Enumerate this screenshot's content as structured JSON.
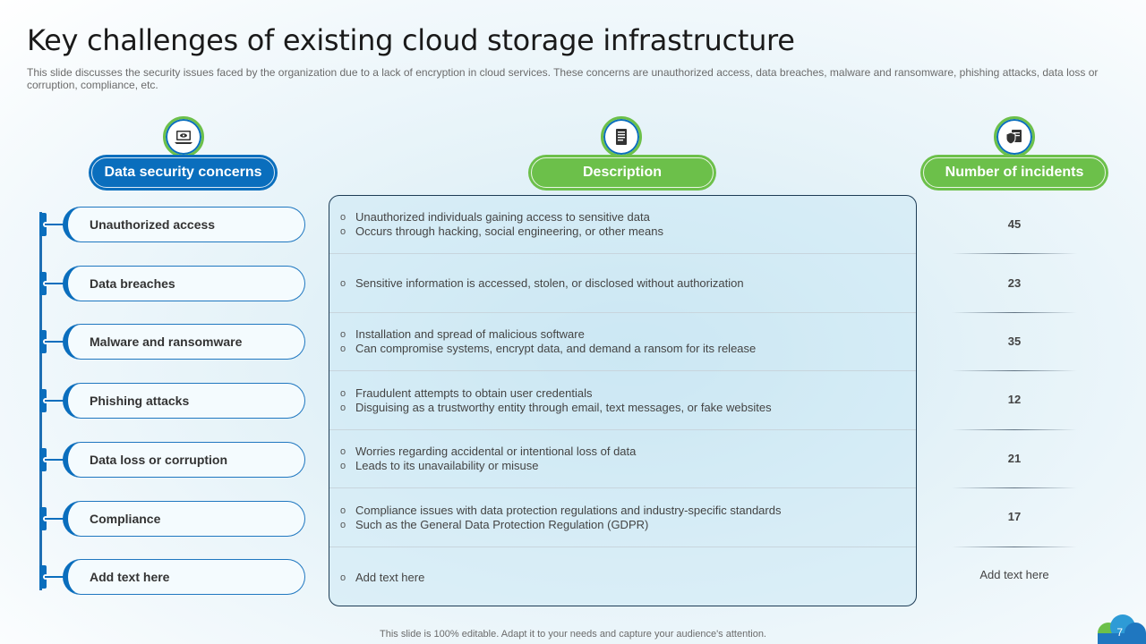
{
  "slide": {
    "title": "Key challenges of existing cloud storage infrastructure",
    "subtitle": "This slide discusses the security issues faced by the organization due to a lack of encryption in cloud services. These concerns are unauthorized access, data breaches, malware and ransomware, phishing attacks, data loss or corruption, compliance, etc.",
    "footer": "This slide is 100% editable. Adapt it to your needs and capture your audience's attention.",
    "page_number": "7"
  },
  "headers": {
    "concerns": {
      "label": "Data security concerns",
      "icon": "laptop-eye-icon"
    },
    "description": {
      "label": "Description",
      "icon": "document-icon"
    },
    "incidents": {
      "label": "Number of incidents",
      "icon": "shield-files-icon"
    }
  },
  "colors": {
    "accent_blue": "#0a6ebd",
    "accent_green": "#6cc04a",
    "panel_border": "#1d3c55"
  },
  "rows": [
    {
      "concern": "Unauthorized access",
      "bullets": [
        "Unauthorized individuals gaining access to sensitive data",
        "Occurs through hacking, social engineering, or other means"
      ],
      "incidents": "45"
    },
    {
      "concern": "Data breaches",
      "bullets": [
        "Sensitive information is accessed, stolen, or disclosed without authorization"
      ],
      "incidents": "23"
    },
    {
      "concern": "Malware and ransomware",
      "bullets": [
        "Installation and spread of malicious software",
        "Can compromise systems, encrypt data, and demand a ransom for its release"
      ],
      "incidents": "35"
    },
    {
      "concern": "Phishing attacks",
      "bullets": [
        "Fraudulent attempts to obtain user credentials",
        "Disguising as a trustworthy entity through email, text messages, or fake websites"
      ],
      "incidents": "12"
    },
    {
      "concern": "Data loss or corruption",
      "bullets": [
        "Worries regarding accidental or intentional loss of data",
        "Leads to its unavailability or misuse"
      ],
      "incidents": "21"
    },
    {
      "concern": "Compliance",
      "bullets": [
        "Compliance issues with data protection regulations and industry-specific standards",
        "Such as the General Data Protection Regulation (GDPR)"
      ],
      "incidents": "17"
    },
    {
      "concern": "Add text here",
      "bullets": [
        "Add text here"
      ],
      "incidents": "Add text here"
    }
  ]
}
